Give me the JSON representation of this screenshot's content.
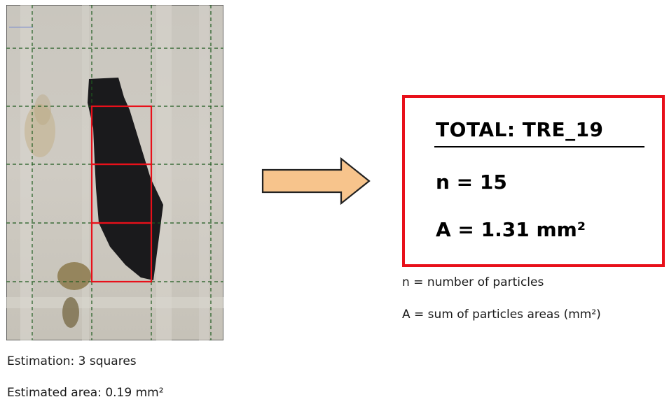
{
  "photo": {
    "description_icon": "particle-photo",
    "grid_color": "#1e5a1e",
    "highlight_color": "#e8101a"
  },
  "captions": {
    "estimation": "Estimation: 3 squares",
    "estimated_area": "Estimated area: 0.19 mm²"
  },
  "arrow": {
    "icon": "right-arrow-icon",
    "fill": "#f7c48c",
    "stroke": "#222222"
  },
  "result": {
    "border_color": "#e8101a",
    "title": "TOTAL: TRE_19",
    "n_line": "n = 15",
    "a_line": "A = 1.31 mm²"
  },
  "legend": {
    "n_def": "n = number of particles",
    "a_def": "A = sum of particles areas (mm²)"
  }
}
